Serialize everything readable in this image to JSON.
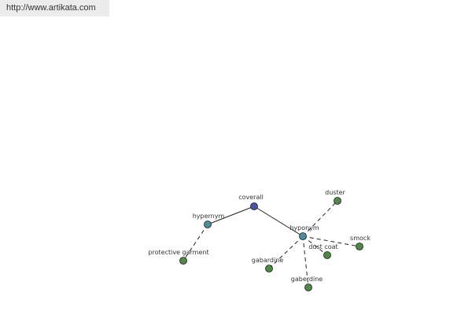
{
  "url": "http://www.artikata.com",
  "colors": {
    "root": "#4b55a6",
    "relation": "#4a8f9b",
    "term": "#4f8a45",
    "edge": "#222222"
  },
  "nodes": [
    {
      "id": "coverall",
      "label": "coverall",
      "kind": "root"
    },
    {
      "id": "hypernym",
      "label": "hypernym",
      "kind": "relation"
    },
    {
      "id": "hyponym",
      "label": "hyponym",
      "kind": "relation"
    },
    {
      "id": "protective_garment",
      "label": "protective garment",
      "kind": "term"
    },
    {
      "id": "duster",
      "label": "duster",
      "kind": "term"
    },
    {
      "id": "smock",
      "label": "smock",
      "kind": "term"
    },
    {
      "id": "dust_coat",
      "label": "dust coat",
      "kind": "term"
    },
    {
      "id": "gabardine",
      "label": "gabardine",
      "kind": "term"
    },
    {
      "id": "gaberdine",
      "label": "gaberdine",
      "kind": "term"
    }
  ],
  "edges": [
    {
      "from": "coverall",
      "to": "hypernym",
      "style": "solid"
    },
    {
      "from": "coverall",
      "to": "hyponym",
      "style": "solid"
    },
    {
      "from": "hypernym",
      "to": "protective_garment",
      "style": "dashed"
    },
    {
      "from": "hyponym",
      "to": "duster",
      "style": "dashed"
    },
    {
      "from": "hyponym",
      "to": "smock",
      "style": "dashed"
    },
    {
      "from": "hyponym",
      "to": "dust_coat",
      "style": "dashed"
    },
    {
      "from": "hyponym",
      "to": "gabardine",
      "style": "dashed"
    },
    {
      "from": "hyponym",
      "to": "gaberdine",
      "style": "dashed"
    }
  ]
}
